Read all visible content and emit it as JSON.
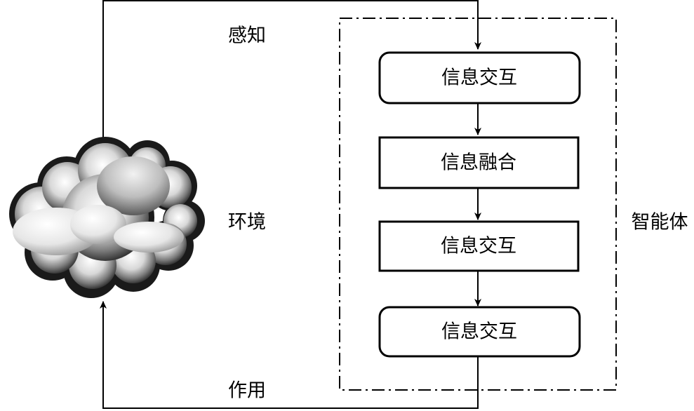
{
  "labels": {
    "perception": "感知",
    "environment": "环境",
    "action": "作用",
    "agent": "智能体"
  },
  "boxes": [
    {
      "label": "信息交互",
      "rounded": true
    },
    {
      "label": "信息融合",
      "rounded": false
    },
    {
      "label": "信息交互",
      "rounded": false
    },
    {
      "label": "信息交互",
      "rounded": true
    }
  ],
  "colors": {
    "stroke": "#000000",
    "background": "#ffffff",
    "cloud_light": "#ffffff",
    "cloud_dark": "#1a1a1a"
  },
  "icons": {
    "environment": "cloud-icon"
  }
}
